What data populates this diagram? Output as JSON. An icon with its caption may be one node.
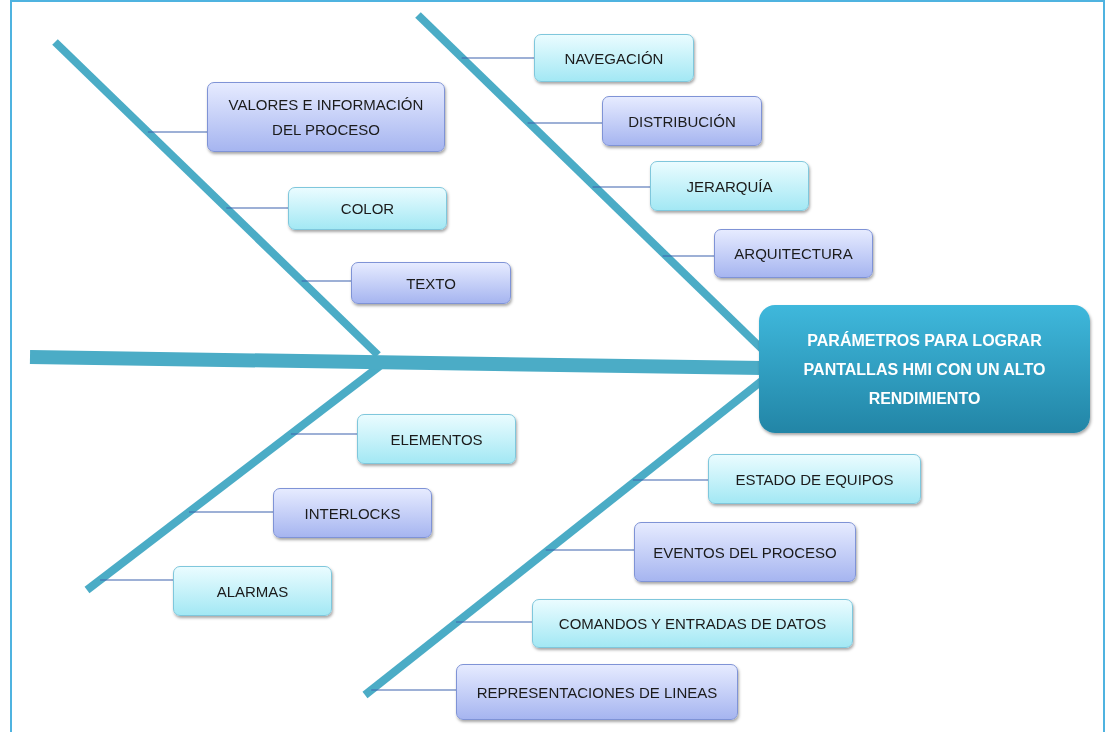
{
  "diagram": {
    "nodes": [
      {
        "text": [
          "VALORES E INFORMACIÓN DEL PROCESO"
        ]
      },
      {
        "text": [
          "COLOR"
        ]
      },
      {
        "text": [
          "TEXTO"
        ]
      },
      {
        "text": [
          "NAVEGACIÓN"
        ]
      },
      {
        "text": [
          "DISTRIBUCIÓN"
        ]
      },
      {
        "text": [
          "JERARQUÍA"
        ]
      },
      {
        "text": [
          "ARQUITECTURA"
        ]
      },
      {
        "text": [
          "PARÁMETROS PARA LOGRAR PANTALLAS HMI CON UN ALTO RENDIMIENTO"
        ]
      },
      {
        "text": [
          "ELEMENTOS"
        ]
      },
      {
        "text": [
          "INTERLOCKS"
        ]
      },
      {
        "text": [
          "ALARMAS"
        ]
      },
      {
        "text": [
          "ESTADO DE EQUIPOS"
        ]
      },
      {
        "text": [
          "EVENTOS DEL PROCESO"
        ]
      },
      {
        "text": [
          "COMANDOS Y ENTRADAS DE DATOS"
        ]
      },
      {
        "text": [
          "REPRESENTACIONES DE LINEAS"
        ]
      }
    ],
    "edges": [
      {
        "from": null,
        "to": 7,
        "arrow": "none",
        "style": "thick",
        "color": "#4bacc6"
      },
      {
        "from": null,
        "to": 7,
        "arrow": "none",
        "style": "thick",
        "color": "#4bacc6"
      },
      {
        "from": null,
        "to": 7,
        "arrow": "none",
        "style": "thick",
        "color": "#4bacc6"
      },
      {
        "from": 0,
        "to": null,
        "arrow": "none"
      },
      {
        "from": 1,
        "to": null,
        "arrow": "none"
      },
      {
        "from": 2,
        "to": null,
        "arrow": "none"
      },
      {
        "from": 3,
        "to": null,
        "arrow": "none"
      },
      {
        "from": 4,
        "to": null,
        "arrow": "none"
      },
      {
        "from": 5,
        "to": null,
        "arrow": "none"
      },
      {
        "from": 6,
        "to": null,
        "arrow": "none"
      },
      {
        "from": 8,
        "to": null,
        "arrow": "none"
      },
      {
        "from": 9,
        "to": null,
        "arrow": "none"
      },
      {
        "from": 10,
        "to": null,
        "arrow": "none"
      },
      {
        "from": 11,
        "to": null,
        "arrow": "none"
      },
      {
        "from": 12,
        "to": null,
        "arrow": "none"
      },
      {
        "from": 13,
        "to": null,
        "arrow": "none"
      },
      {
        "from": 14,
        "to": null,
        "arrow": "none"
      }
    ]
  }
}
